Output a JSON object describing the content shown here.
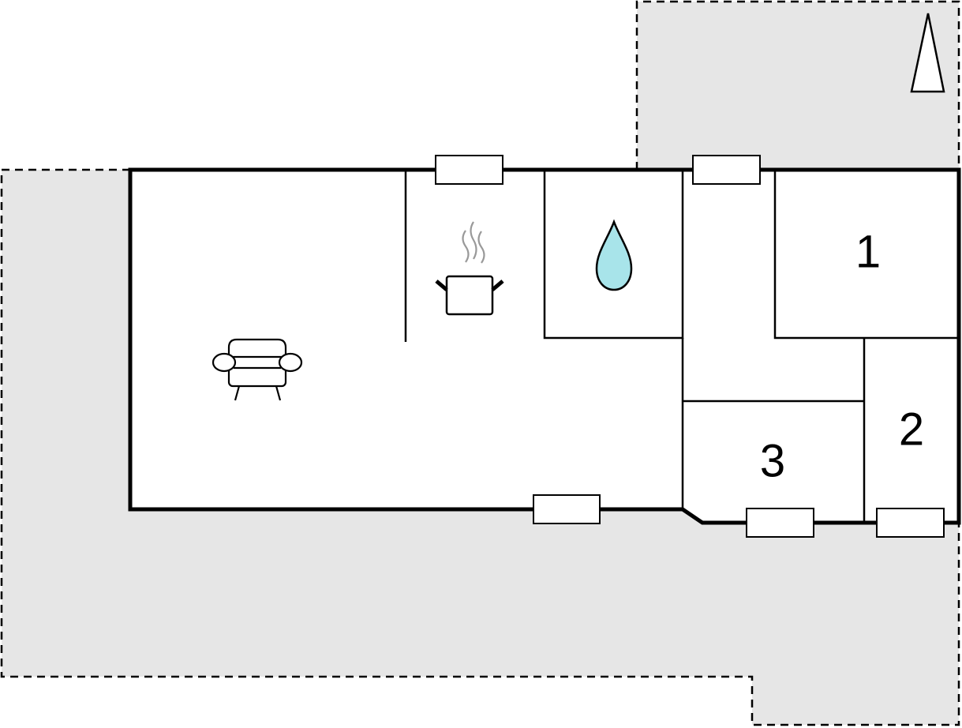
{
  "colors": {
    "terrace": "#e6e6e6",
    "wall": "#000000",
    "water_drop": "#a8e4ea",
    "steam": "#999999",
    "window_fill": "#ffffff"
  },
  "rooms": {
    "bedroom_1": {
      "label": "1"
    },
    "bedroom_2": {
      "label": "2"
    },
    "bedroom_3": {
      "label": "3"
    }
  },
  "icons": {
    "compass": "north-arrow-icon",
    "living": "armchair-icon",
    "kitchen": "cooking-pot-icon",
    "bathroom": "water-drop-icon"
  }
}
